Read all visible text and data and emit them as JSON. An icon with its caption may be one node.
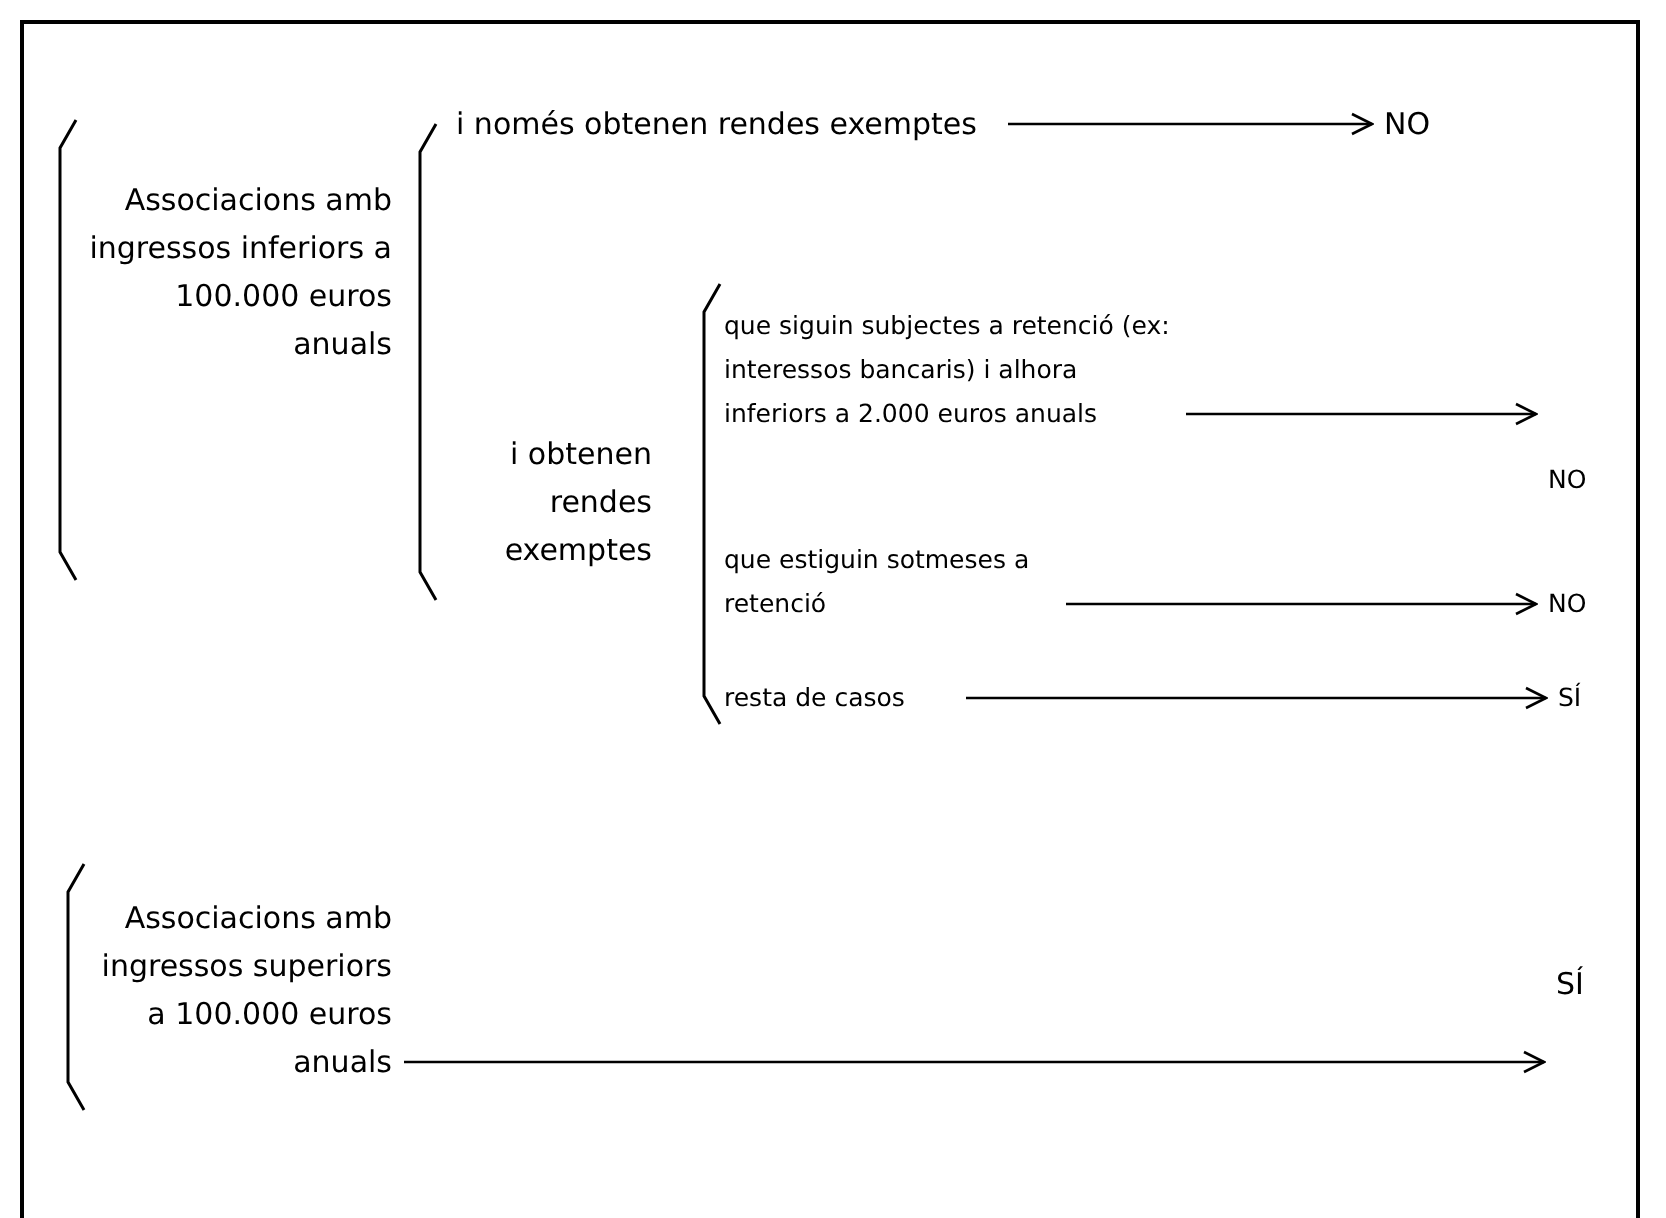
{
  "diagram": {
    "nodes": [
      {
        "text": [
          "Associacions amb ingressos inferiors a 100.000 euros anuals"
        ]
      },
      {
        "text": [
          "i només obtenen rendes exemptes"
        ]
      },
      {
        "text": [
          "NO"
        ]
      },
      {
        "text": [
          "i obtenen rendes exemptes"
        ]
      },
      {
        "text": [
          "que siguin subjectes a retenció (ex: interessos bancaris) i alhora inferiors a 2.000 euros anuals"
        ]
      },
      {
        "text": [
          "NO"
        ]
      },
      {
        "text": [
          "que estiguin sotmeses a retenció"
        ]
      },
      {
        "text": [
          "NO"
        ]
      },
      {
        "text": [
          "resta de casos"
        ]
      },
      {
        "text": [
          "SÍ"
        ]
      },
      {
        "text": [
          "Associacions amb ingressos superiors a 100.000 euros anuals"
        ]
      },
      {
        "text": [
          "SÍ"
        ]
      }
    ],
    "edges": [
      {
        "from": 1,
        "to": 2,
        "arrow": "to"
      },
      {
        "from": 4,
        "to": 5,
        "arrow": "to"
      },
      {
        "from": 6,
        "to": 7,
        "arrow": "to"
      },
      {
        "from": 8,
        "to": 9,
        "arrow": "to"
      },
      {
        "from": 10,
        "to": 11,
        "arrow": "to"
      }
    ]
  }
}
